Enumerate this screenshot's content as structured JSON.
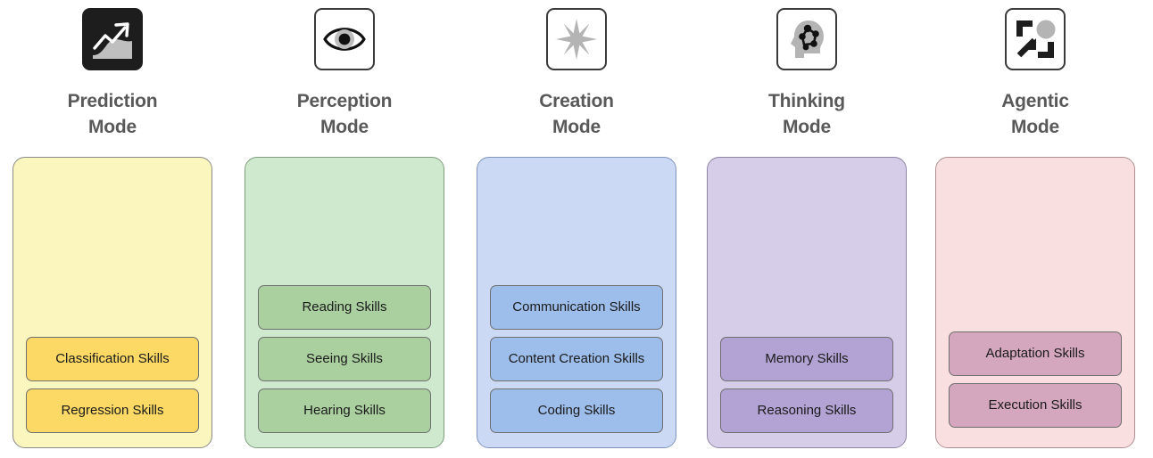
{
  "diagram": {
    "type": "category-columns",
    "background": "#ffffff",
    "title_color": "#595959",
    "columns": [
      {
        "id": "prediction",
        "icon": "trending-up-chart-icon",
        "icon_style": "dark",
        "title_line1": "Prediction",
        "title_line2": "Mode",
        "card_fill": "#fbf6bd",
        "card_border": "#8a8a8a",
        "skill_fill": "#fcd964",
        "skill_border": "#6f6f6f",
        "skills": [
          "Classification Skills",
          "Regression Skills"
        ]
      },
      {
        "id": "perception",
        "icon": "eye-icon",
        "icon_style": "light",
        "title_line1": "Perception",
        "title_line2": "Mode",
        "card_fill": "#cfe9cf",
        "card_border": "#7e9e7e",
        "skill_fill": "#abd0a0",
        "skill_border": "#6f6f6f",
        "skills": [
          "Reading Skills",
          "Seeing Skills",
          "Hearing Skills"
        ]
      },
      {
        "id": "creation",
        "icon": "sparkle-star-icon",
        "icon_style": "light",
        "title_line1": "Creation",
        "title_line2": "Mode",
        "card_fill": "#ccd9f4",
        "card_border": "#7f93bb",
        "skill_fill": "#9dbdea",
        "skill_border": "#6f6f6f",
        "skills": [
          "Communication Skills",
          "Content Creation Skills",
          "Coding Skills"
        ]
      },
      {
        "id": "thinking",
        "icon": "head-network-icon",
        "icon_style": "light",
        "title_line1": "Thinking",
        "title_line2": "Mode",
        "card_fill": "#d6cee9",
        "card_border": "#8d84a4",
        "skill_fill": "#b3a3d4",
        "skill_border": "#6f6f6f",
        "skills": [
          "Memory Skills",
          "Reasoning Skills"
        ]
      },
      {
        "id": "agentic",
        "icon": "agent-expand-arrow-icon",
        "icon_style": "light",
        "title_line1": "Agentic",
        "title_line2": "Mode",
        "card_fill": "#f9dfe0",
        "card_border": "#b08f93",
        "skill_fill": "#d5a7bf",
        "skill_border": "#6f6f6f",
        "skills": [
          "Adaptation Skills",
          "Execution Skills"
        ]
      }
    ]
  }
}
